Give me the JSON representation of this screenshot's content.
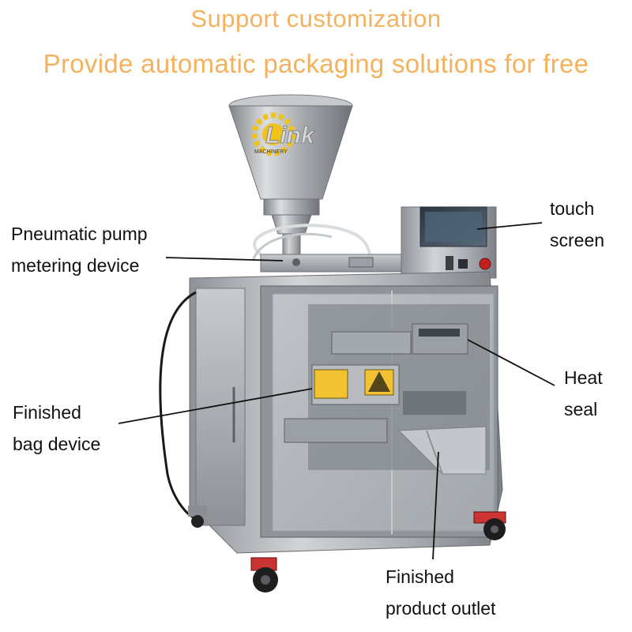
{
  "headline": {
    "line1": "Support customization",
    "line2": "Provide automatic packaging solutions for free"
  },
  "logo": {
    "text": "Link",
    "ring_text": "MACHINERY"
  },
  "callouts": {
    "pump": {
      "line1": "Pneumatic pump",
      "line2": "metering device"
    },
    "touch": {
      "line1": "touch",
      "line2": "screen"
    },
    "heat": {
      "line1": "Heat",
      "line2": "seal"
    },
    "bag": {
      "line1": "Finished",
      "line2": "bag device"
    },
    "outlet": {
      "line1": "Finished",
      "line2": "product outlet"
    }
  },
  "colors": {
    "headline": "#f4b25e",
    "steel": "#b9bcc0",
    "logo_gold": "#f0c21a"
  }
}
